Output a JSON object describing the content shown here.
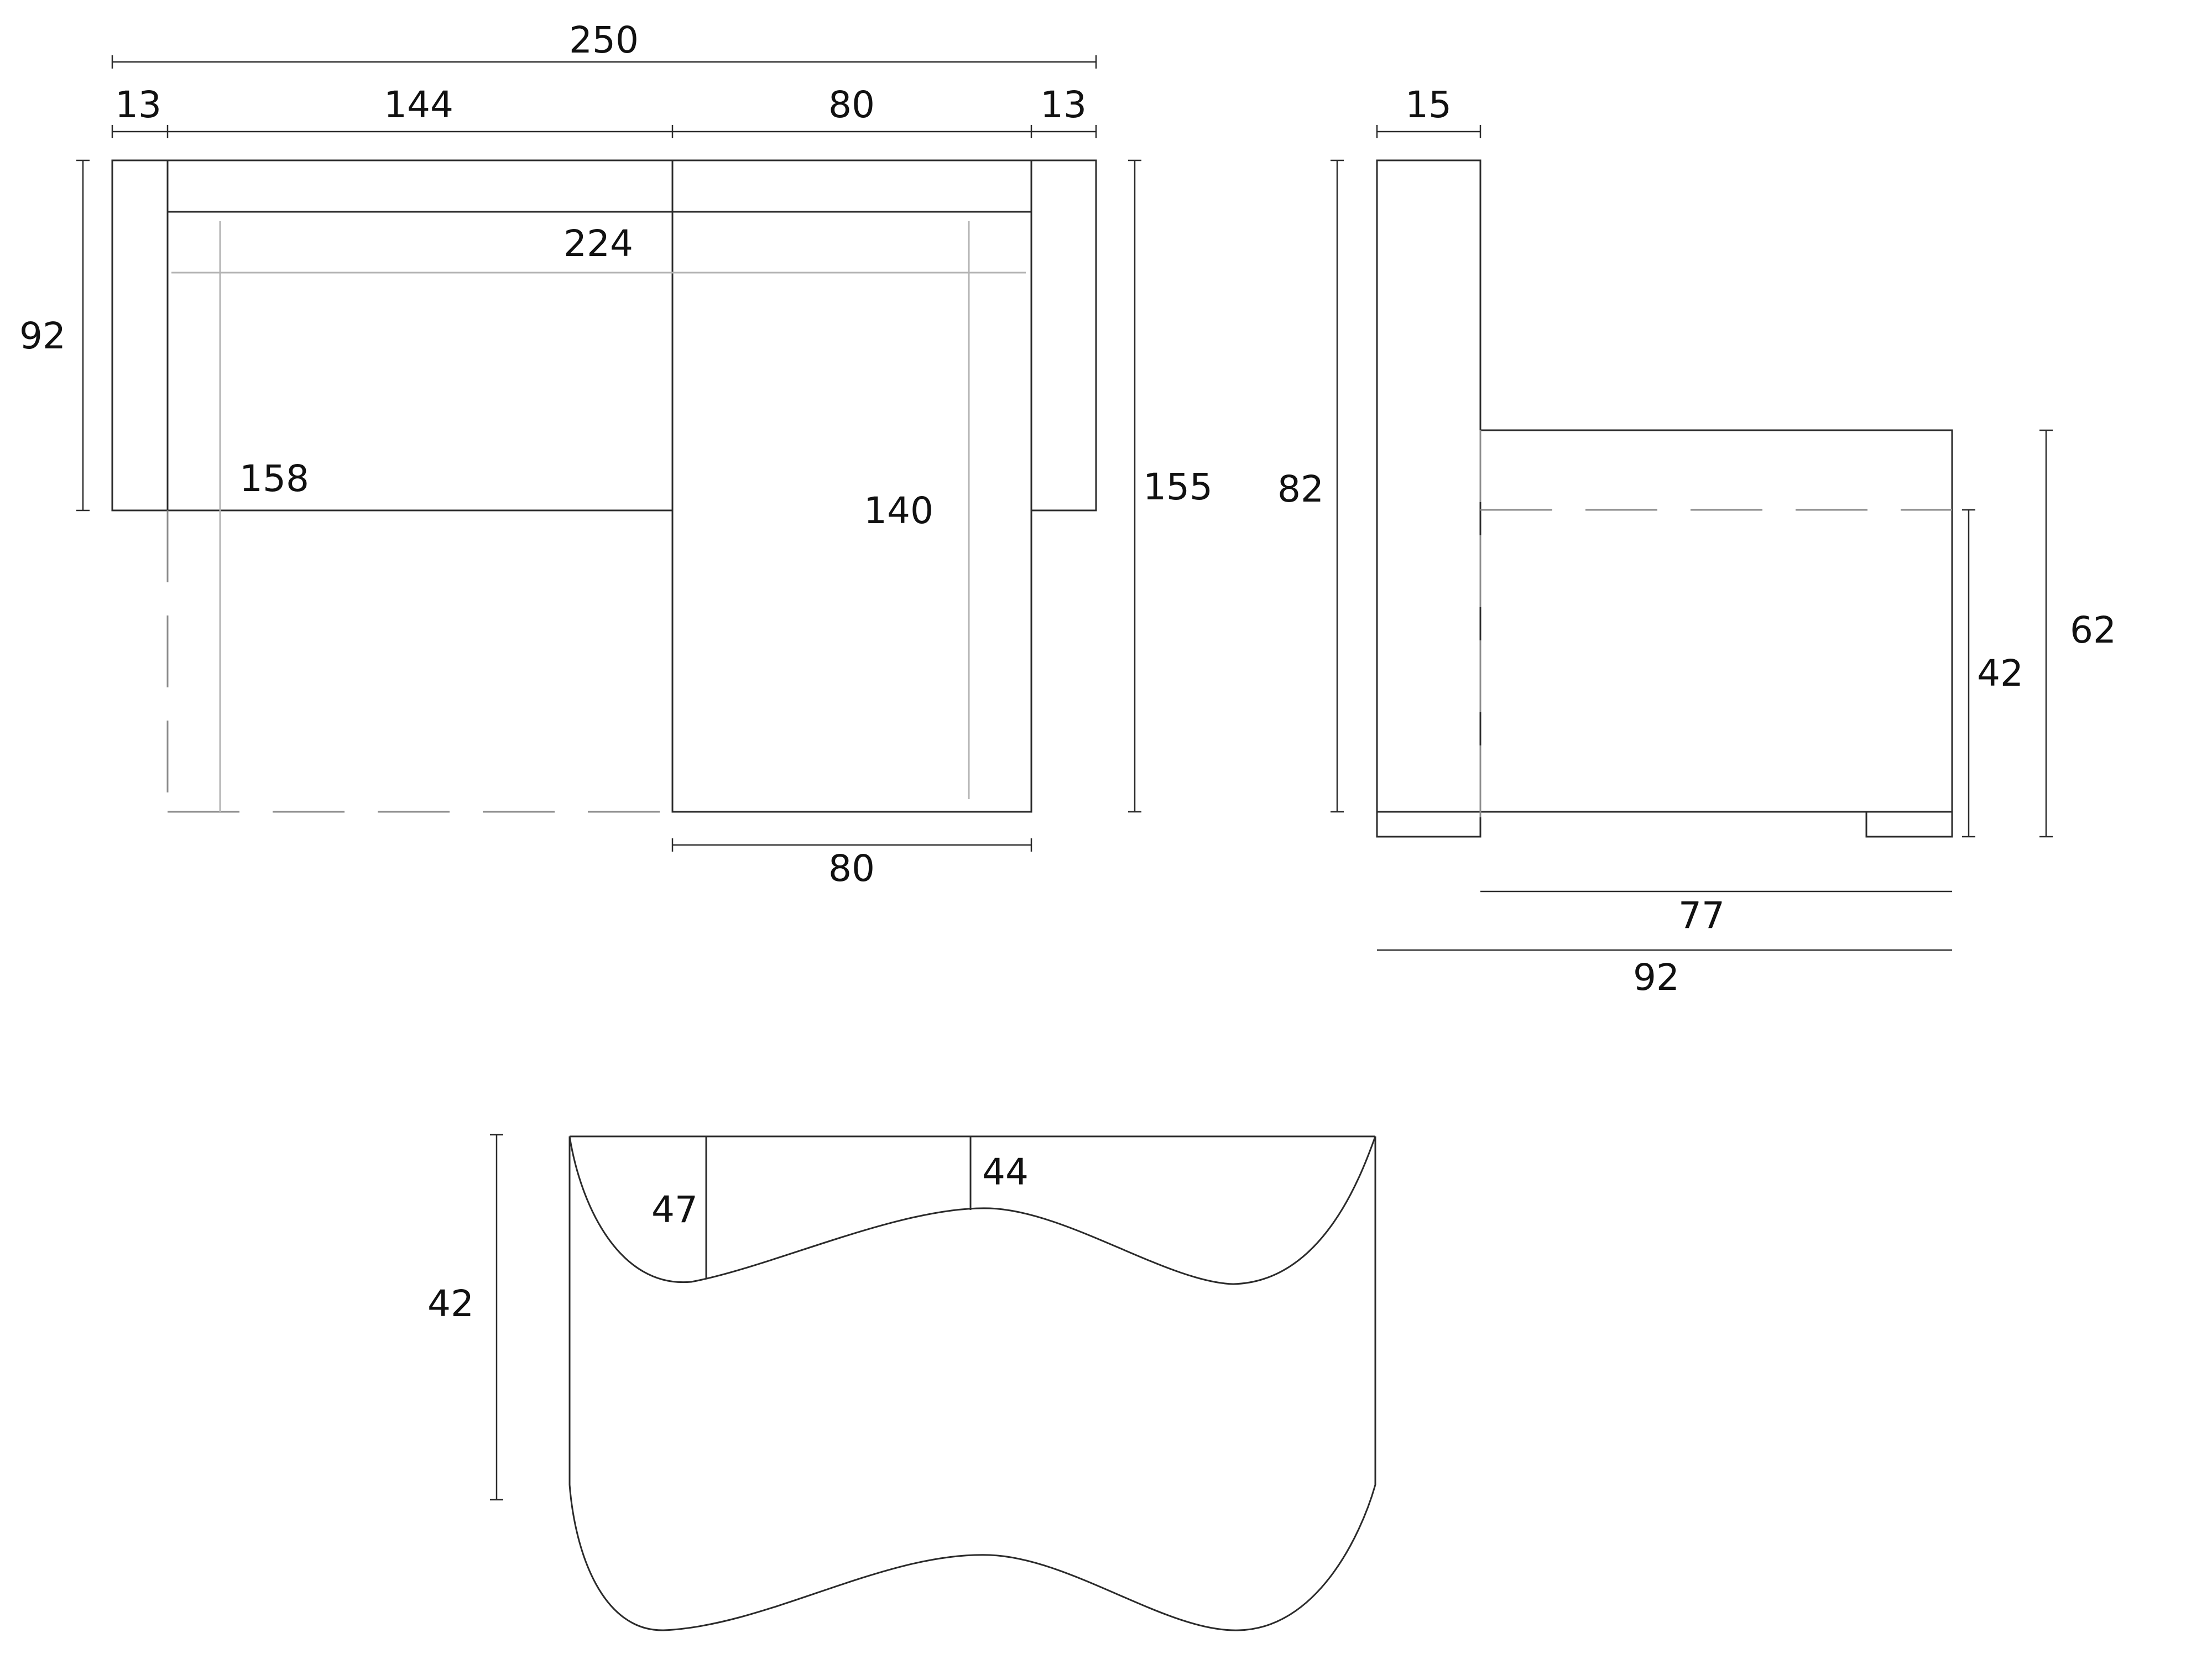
{
  "top_view": {
    "overall_width": "250",
    "arm_left": "13",
    "main_section": "144",
    "chaise_section": "80",
    "arm_right": "13",
    "depth": "92",
    "inner_width": "224",
    "seat_depth_main": "158",
    "seat_depth_chaise": "140",
    "overall_depth": "155",
    "chaise_width": "80"
  },
  "side_view": {
    "back_thickness": "15",
    "back_height": "82",
    "seat_height": "42",
    "arm_height": "62",
    "seat_depth": "77",
    "overall_depth": "92"
  },
  "cushion_view": {
    "height": "42",
    "edge_depth": "47",
    "center_depth": "44"
  }
}
